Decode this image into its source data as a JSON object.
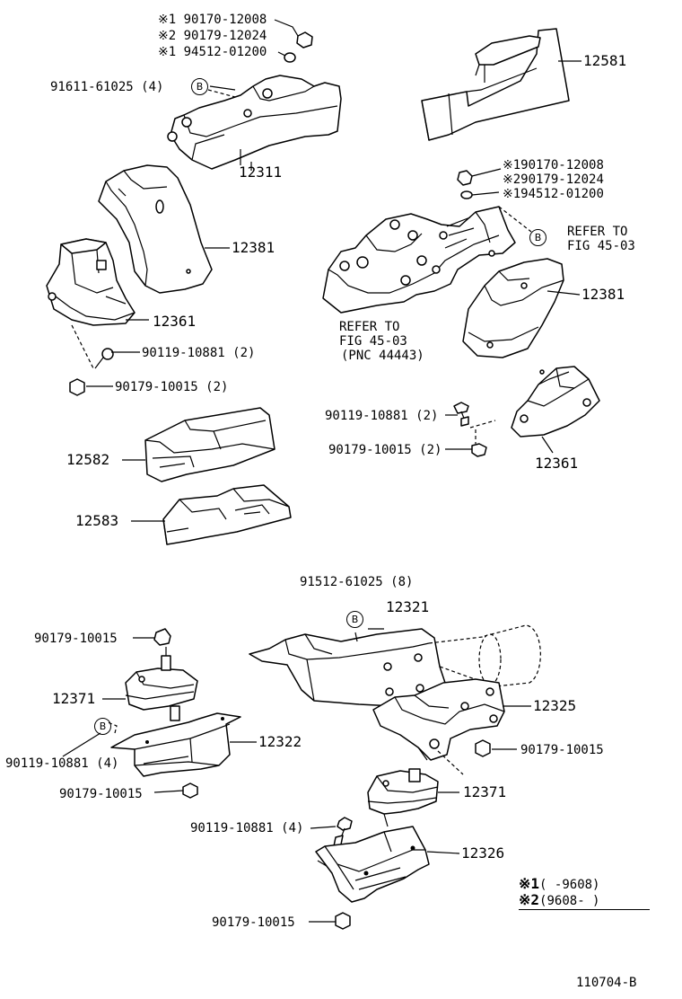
{
  "diagram_id": "110704-B",
  "refs": {
    "note1": "※1",
    "note2": "※2",
    "b_symbol": "B"
  },
  "labels": {
    "top_nut_1": "※1 90170-12008",
    "top_nut_2": "※2 90179-12024",
    "top_washer_1": "※1 94512-01200",
    "bolt_91611": "91611-61025 (4)",
    "part_12311": "12311",
    "part_12581": "12581",
    "part_12381_left": "12381",
    "part_12361_left": "12361",
    "bolt_left_90119": "90119-10881 (2)",
    "nut_left_90179": "90179-10015 (2)",
    "right_nut_1": "※190170-12008",
    "right_nut_2": "※290179-12024",
    "right_washer_1": "※194512-01200",
    "refer_right_1": "REFER TO",
    "refer_right_2": "FIG 45-03",
    "refer_center_1": "REFER TO",
    "refer_center_2": "FIG 45-03",
    "refer_center_3": "(PNC 44443)",
    "part_12381_right": "12381",
    "bolt_mid_90119": "90119-10881 (2)",
    "nut_mid_90179": "90179-10015 (2)",
    "part_12361_right": "12361",
    "part_12582": "12582",
    "part_12583": "12583",
    "bolt_91512": "91512-61025 (8)",
    "part_12321": "12321",
    "nut_lower_left": "90179-10015",
    "part_12371_left": "12371",
    "part_12322": "12322",
    "bolt_lower_left": "90119-10881 (4)",
    "nut_lower_left_2": "90179-10015",
    "part_12325": "12325",
    "nut_lower_right": "90179-10015",
    "part_12371_right": "12371",
    "bolt_lower_center": "90119-10881 (4)",
    "part_12326": "12326",
    "nut_bottom": "90179-10015"
  },
  "legend": {
    "row1_mark": "※1",
    "row1_text": "(      -9608)",
    "row2_mark": "※2",
    "row2_text": "(9608-      )"
  }
}
